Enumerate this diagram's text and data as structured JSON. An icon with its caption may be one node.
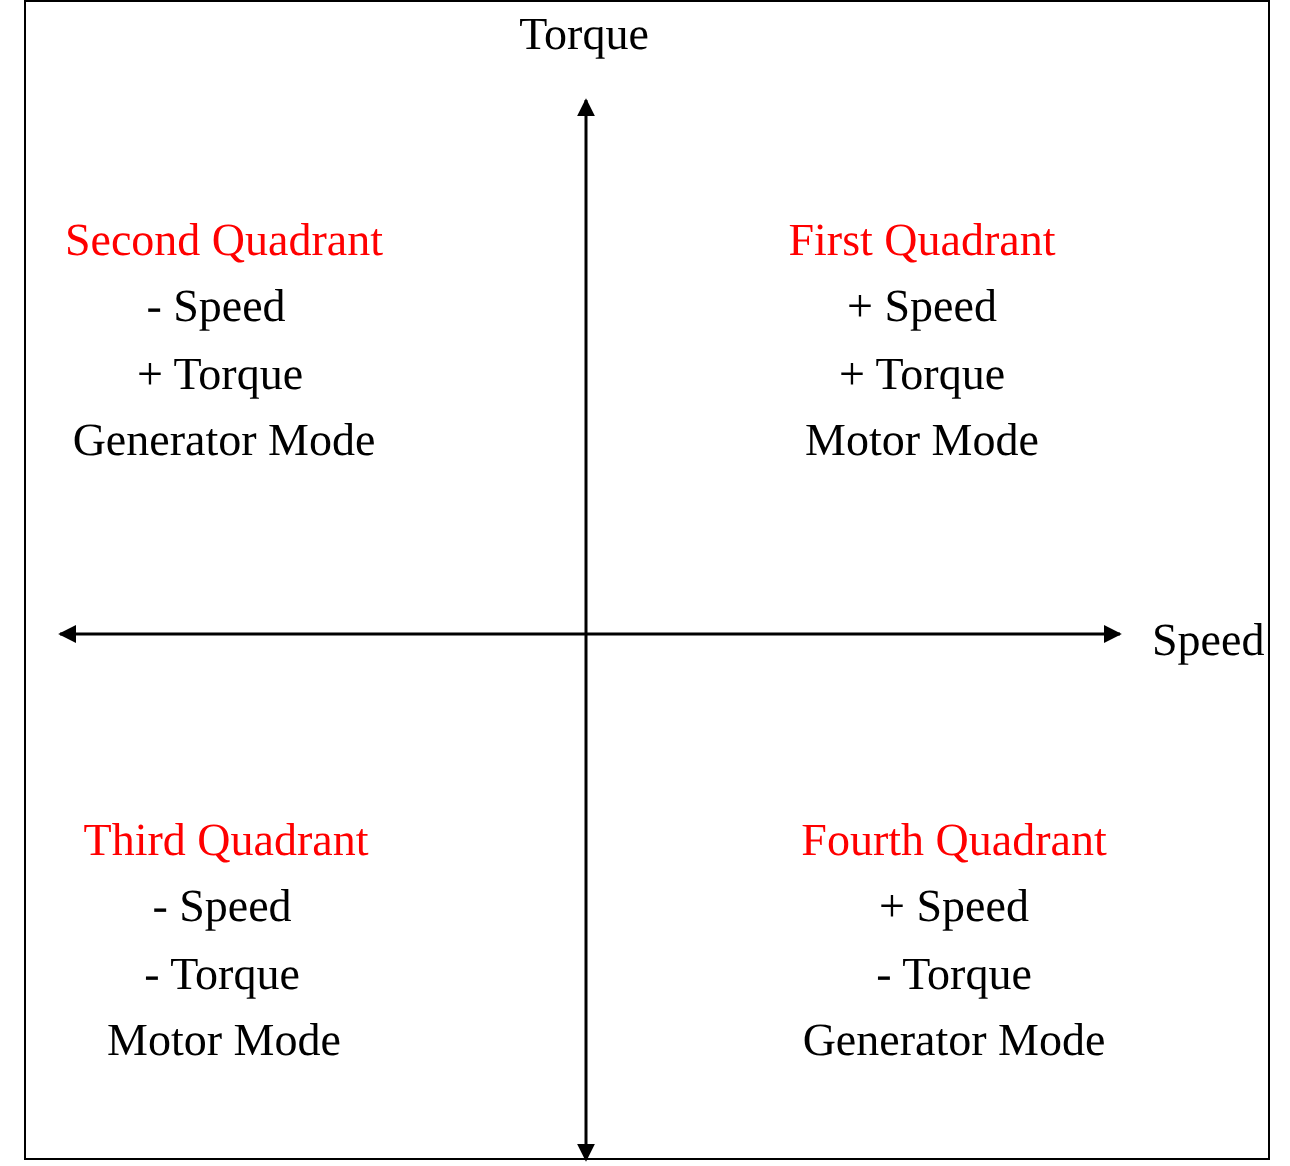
{
  "diagram": {
    "labels": [
      "Torque",
      "Second Quadrant",
      "- Speed",
      "+ Torque",
      "Generator Mode",
      "First Quadrant",
      "+ Speed",
      "+ Torque",
      "Motor Mode",
      "Speed",
      "Third Quadrant",
      "- Speed",
      "- Torque",
      "Motor Mode",
      "Fourth Quadrant",
      "+ Speed",
      "- Torque",
      "Generator Mode"
    ]
  }
}
